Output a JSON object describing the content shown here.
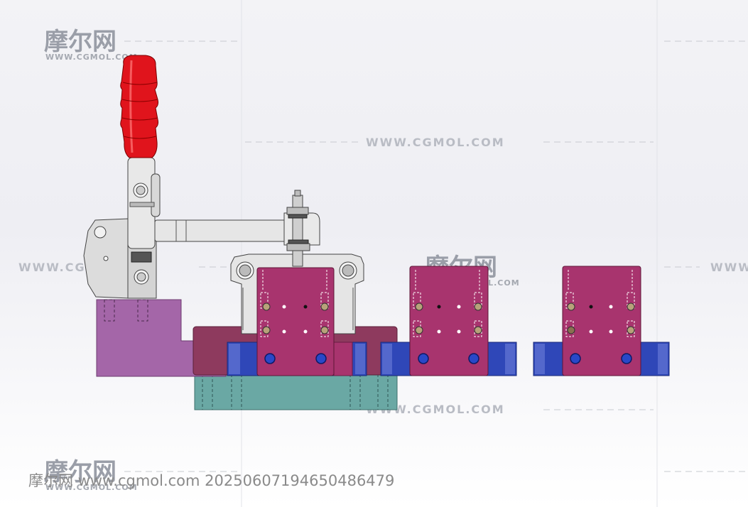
{
  "watermarks": {
    "logo_text": "摩尔网",
    "logo_sub": "WWW.CGMOL.COM",
    "site_text": "WWW.CGMOL.COM"
  },
  "footer": {
    "caption": "摩尔网 www.cgmol.com 20250607194650486479"
  },
  "colors": {
    "handle_red": "#e0141c",
    "fixture_magenta": "#a8346e",
    "base_blue": "#2f47b8",
    "plate_teal": "#6aa8a4",
    "block_violet": "#a466a8",
    "clamp_grey": "#dcdcdc"
  },
  "icons": [
    "toggle-clamp-icon",
    "fixture-block-icon",
    "base-plate-icon"
  ]
}
